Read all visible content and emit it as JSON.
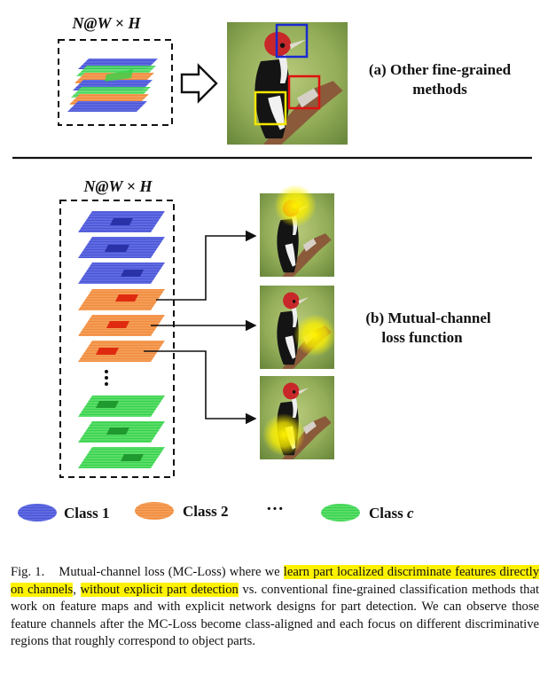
{
  "figure": {
    "panel_a": {
      "dimension_label": "N@W × H",
      "label_line1": "(a) Other fine-grained",
      "label_line2": "methods"
    },
    "panel_b": {
      "dimension_label": "N@W × H",
      "label_line1": "(b) Mutual-channel",
      "label_line2": "loss function"
    },
    "legend": {
      "class1": "Class 1",
      "class2": "Class 2",
      "ellipsis": "···",
      "classc_prefix": "Class ",
      "classc_var": "c"
    },
    "colors": {
      "class1": "#4a55d8",
      "class2": "#f08a3c",
      "classc": "#35d24a",
      "highlight": "#fff200",
      "box_blue": "#1a2ad0",
      "box_red": "#e01010",
      "box_yellow": "#f2e600"
    }
  },
  "caption": {
    "label": "Fig. 1.",
    "part1": "Mutual-channel loss (MC-Loss) where we ",
    "highlight1": "learn part localized discriminate features directly on channels",
    "part2": ", ",
    "highlight2": "without explicit part detection",
    "part3": " vs. conventional fine-grained classification methods that work on feature maps and with explicit network designs for part detection. We can observe those feature channels after the MC-Loss become class-aligned and each focus on different discriminative regions that roughly correspond to object parts."
  }
}
